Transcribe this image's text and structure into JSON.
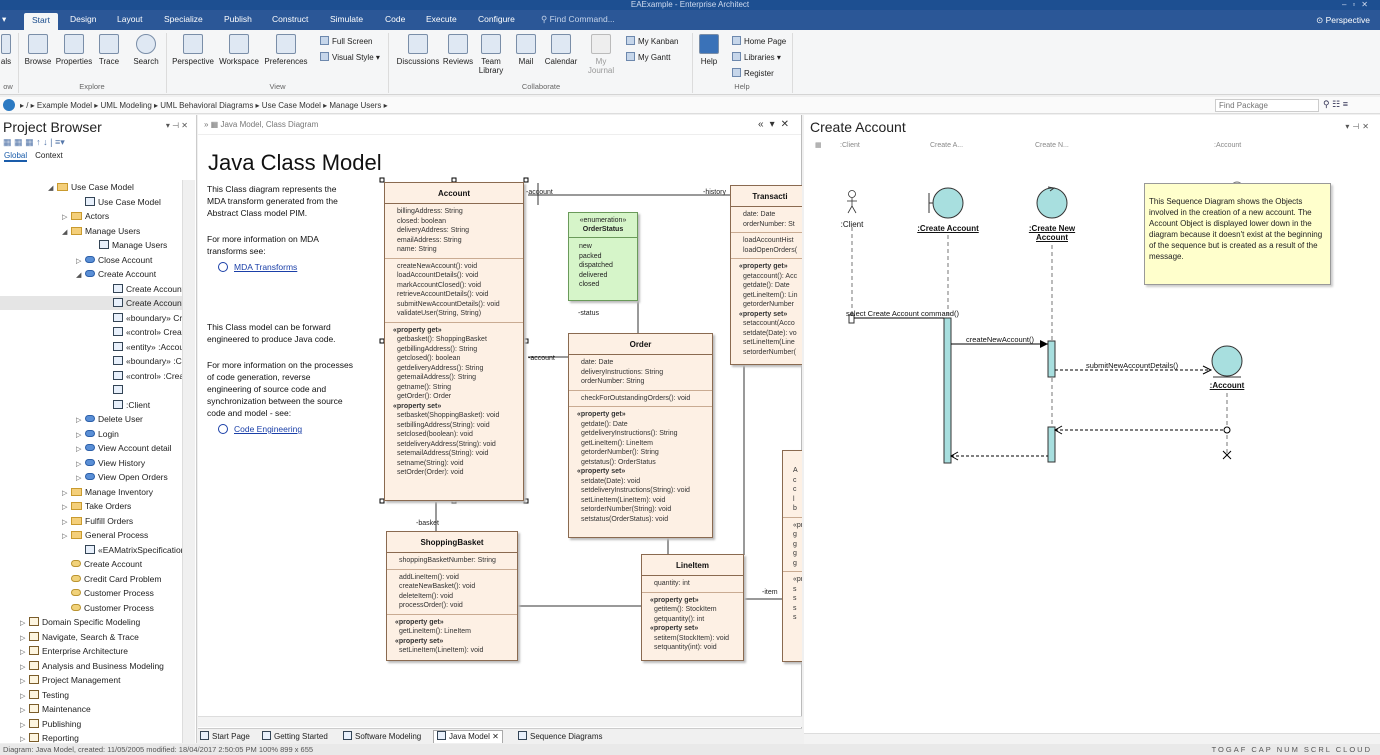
{
  "app_title": "EAExample - Enterprise Architect",
  "menu": {
    "items": [
      "Start",
      "Design",
      "Layout",
      "Specialize",
      "Publish",
      "Construct",
      "Simulate",
      "Code",
      "Execute",
      "Configure"
    ],
    "find": "Find Command...",
    "perspective": "Perspective"
  },
  "ribbon": {
    "left_cut": "als",
    "explore": {
      "browse": "Browse",
      "properties": "Properties",
      "trace": "Trace",
      "search": "Search",
      "label": "Explore"
    },
    "view": {
      "perspective": "Perspective",
      "workspace": "Workspace",
      "preferences": "Preferences",
      "full_screen": "Full Screen",
      "visual_style": "Visual Style",
      "label": "View"
    },
    "collaborate": {
      "discussions": "Discussions",
      "reviews": "Reviews",
      "team_library_1": "Team",
      "team_library_2": "Library",
      "mail": "Mail",
      "calendar": "Calendar",
      "my_journal_1": "My",
      "my_journal_2": "Journal",
      "my_kanban": "My Kanban",
      "my_gantt": "My Gantt",
      "label": "Collaborate"
    },
    "help": {
      "help": "Help",
      "home_page": "Home Page",
      "libraries": "Libraries",
      "register": "Register",
      "label": "Help"
    },
    "left_group_cut": "ow"
  },
  "breadcrumb": "▸ / ▸ Example Model ▸ UML Modeling ▸ UML Behavioral Diagrams ▸ Use Case Model ▸ Manage Users ▸",
  "find_package_placeholder": "Find Package",
  "project_browser": {
    "title": "Project Browser",
    "tabs": [
      "Global",
      "Context"
    ],
    "tree": [
      {
        "label": "Use Case Model",
        "indent": 48,
        "exp": "◢",
        "icon": "fi"
      },
      {
        "label": "Use Case Model",
        "indent": 76,
        "exp": "",
        "icon": "dg"
      },
      {
        "label": "Actors",
        "indent": 62,
        "exp": "▷",
        "icon": "fi"
      },
      {
        "label": "Manage Users",
        "indent": 62,
        "exp": "◢",
        "icon": "fi"
      },
      {
        "label": "Manage Users",
        "indent": 90,
        "exp": "",
        "icon": "dg"
      },
      {
        "label": "Close Account",
        "indent": 76,
        "exp": "▷",
        "icon": "uc"
      },
      {
        "label": "Create Account",
        "indent": 76,
        "exp": "◢",
        "icon": "uc"
      },
      {
        "label": "Create Account",
        "indent": 104,
        "exp": "",
        "icon": "dg"
      },
      {
        "label": "Create Account",
        "indent": 104,
        "exp": "",
        "icon": "dg",
        "sel": true
      },
      {
        "label": "«boundary» Cre",
        "indent": 104,
        "exp": "",
        "icon": "dg"
      },
      {
        "label": "«control» Create",
        "indent": 104,
        "exp": "",
        "icon": "dg"
      },
      {
        "label": "«entity» :Accour",
        "indent": 104,
        "exp": "",
        "icon": "dg"
      },
      {
        "label": "«boundary» :Cre",
        "indent": 104,
        "exp": "",
        "icon": "dg"
      },
      {
        "label": "«control» :Creat",
        "indent": 104,
        "exp": "",
        "icon": "dg"
      },
      {
        "label": "",
        "indent": 104,
        "exp": "",
        "icon": "dg"
      },
      {
        "label": ":Client",
        "indent": 104,
        "exp": "",
        "icon": "dg"
      },
      {
        "label": "Delete User",
        "indent": 76,
        "exp": "▷",
        "icon": "uc"
      },
      {
        "label": "Login",
        "indent": 76,
        "exp": "▷",
        "icon": "uc"
      },
      {
        "label": "View Account detail",
        "indent": 76,
        "exp": "▷",
        "icon": "uc"
      },
      {
        "label": "View History",
        "indent": 76,
        "exp": "▷",
        "icon": "uc"
      },
      {
        "label": "View Open Orders",
        "indent": 76,
        "exp": "▷",
        "icon": "uc"
      },
      {
        "label": "Manage Inventory",
        "indent": 62,
        "exp": "▷",
        "icon": "fi"
      },
      {
        "label": "Take Orders",
        "indent": 62,
        "exp": "▷",
        "icon": "fi"
      },
      {
        "label": "Fulfill Orders",
        "indent": 62,
        "exp": "▷",
        "icon": "fi"
      },
      {
        "label": "General Process",
        "indent": 62,
        "exp": "▷",
        "icon": "fi"
      },
      {
        "label": "«EAMatrixSpecification",
        "indent": 76,
        "exp": "",
        "icon": "dg"
      },
      {
        "label": "Create Account",
        "indent": 62,
        "exp": "",
        "icon": "uo"
      },
      {
        "label": "Credit Card Problem",
        "indent": 62,
        "exp": "",
        "icon": "uo"
      },
      {
        "label": "Customer Process",
        "indent": 62,
        "exp": "",
        "icon": "uo"
      },
      {
        "label": "Customer Process",
        "indent": 62,
        "exp": "",
        "icon": "uo"
      },
      {
        "label": "Domain Specific Modeling",
        "indent": 20,
        "exp": "▷",
        "icon": "pk"
      },
      {
        "label": "Navigate, Search & Trace",
        "indent": 20,
        "exp": "▷",
        "icon": "pk"
      },
      {
        "label": "Enterprise Architecture",
        "indent": 20,
        "exp": "▷",
        "icon": "pk"
      },
      {
        "label": "Analysis and Business Modeling",
        "indent": 20,
        "exp": "▷",
        "icon": "pk"
      },
      {
        "label": "Project Management",
        "indent": 20,
        "exp": "▷",
        "icon": "pk"
      },
      {
        "label": "Testing",
        "indent": 20,
        "exp": "▷",
        "icon": "pk"
      },
      {
        "label": "Maintenance",
        "indent": 20,
        "exp": "▷",
        "icon": "pk"
      },
      {
        "label": "Publishing",
        "indent": 20,
        "exp": "▷",
        "icon": "pk"
      },
      {
        "label": "Reporting",
        "indent": 20,
        "exp": "▷",
        "icon": "pk"
      }
    ]
  },
  "center": {
    "tab_caption": "Java Model",
    "tab_sub": "Class Diagram",
    "title": "Java Class Model",
    "p1": "This Class diagram represents the MDA transform generated from the Abstract Class model PIM.",
    "p2": "For more information on MDA transforms see:",
    "link1": "MDA Transforms",
    "p3": "This Class model can be forward engineered to produce Java code.",
    "p4": "For more information on the processes of code generation, reverse engineering of source code and synchronization between the source code and model - see:",
    "link2": "Code Engineering",
    "account": {
      "name": "Account",
      "attrs": [
        "billingAddress: String",
        "closed: boolean",
        "deliveryAddress: String",
        "emailAddress: String",
        "name: String"
      ],
      "ops": [
        "createNewAccount(): void",
        "loadAccountDetails(): void",
        "markAccountClosed(): void",
        "retrieveAccountDetails(): void",
        "submitNewAccountDetails(): void",
        "validateUser(String, String)"
      ],
      "get_title": "«property get»",
      "gets": [
        "getbasket(): ShoppingBasket",
        "getbillingAddress(): String",
        "getclosed(): boolean",
        "getdeliveryAddress(): String",
        "getemailAddress(): String",
        "getname(): String",
        "getOrder(): Order"
      ],
      "set_title": "«property set»",
      "sets": [
        "setbasket(ShoppingBasket): void",
        "setbillingAddress(String): void",
        "setclosed(boolean): void",
        "setdeliveryAddress(String): void",
        "setemailAddress(String): void",
        "setname(String): void",
        "setOrder(Order): void"
      ]
    },
    "orderstatus": {
      "stereo": "«enumeration»",
      "name": "OrderStatus",
      "vals": [
        "new",
        "packed",
        "dispatched",
        "delivered",
        "closed"
      ]
    },
    "order": {
      "name": "Order",
      "attrs": [
        "date: Date",
        "deliveryInstructions: String",
        "orderNumber: String"
      ],
      "ops": [
        "checkForOutstandingOrders(): void"
      ],
      "get_title": "«property get»",
      "gets": [
        "getdate(): Date",
        "getdeliveryInstructions(): String",
        "getLineItem(): LineItem",
        "getorderNumber(): String",
        "getstatus(): OrderStatus"
      ],
      "set_title": "«property set»",
      "sets": [
        "setdate(Date): void",
        "setdeliveryInstructions(String): void",
        "setLineItem(LineItem): void",
        "setorderNumber(String): void",
        "setstatus(OrderStatus): void"
      ]
    },
    "transaction": {
      "name": "Transacti",
      "attrs": [
        "date: Date",
        "orderNumber: St"
      ],
      "ops": [
        "loadAccountHist",
        "loadOpenOrders("
      ],
      "get_title": "«property get»",
      "gets": [
        "getaccount(): Acc",
        "getdate(): Date",
        "getLineItem(): Lin",
        "getorderNumber"
      ],
      "set_title": "«property set»",
      "sets": [
        "setaccount(Acco",
        "setdate(Date): vo",
        "setLineItem(Line",
        "setorderNumber("
      ]
    },
    "basket": {
      "name": "ShoppingBasket",
      "attrs": [
        "shoppingBasketNumber: String"
      ],
      "ops": [
        "addLineItem(): void",
        "createNewBasket(): void",
        "deleteItem(): void",
        "processOrder(): void"
      ],
      "get_title": "«property get»",
      "gets": [
        "getLineItem(): LineItem"
      ],
      "set_title": "«property set»",
      "sets": [
        "setLineItem(LineItem): void"
      ]
    },
    "lineitem": {
      "name": "LineItem",
      "attrs": [
        "quantity: int"
      ],
      "get_title": "«property get»",
      "gets": [
        "getitem(): StockItem",
        "getquantity(): int"
      ],
      "set_title": "«property set»",
      "sets": [
        "setitem(StockItem): void",
        "setquantity(int): void"
      ]
    },
    "partial_right": {
      "rows1": [
        "A",
        "c",
        "c",
        "l",
        "b"
      ],
      "rows2": [
        "«pr",
        "g",
        "g",
        "g",
        "g"
      ],
      "rows3": [
        "«pr",
        "s",
        "s",
        "s",
        "s"
      ]
    },
    "labels": {
      "account_top": "-account",
      "history": "-history",
      "status": "-status",
      "account_mid": "-account",
      "basket": "-basket",
      "item": "-item"
    }
  },
  "bottom_tabs": [
    "Start Page",
    "Getting Started",
    "Software Modeling",
    "Java Model",
    "Sequence Diagrams"
  ],
  "seq": {
    "title": "Create Account",
    "lanes": [
      ":Client",
      "Create A...",
      "Create N...",
      ":Account"
    ],
    "client": ":Client",
    "boundary": ":Create Account",
    "control_1": ":Create New",
    "control_2": "Account",
    "entity": ":Account",
    "note": "This Sequence Diagram shows the Objects involved in the creation of a new account. The Account Object is displayed lower down in the diagram because it doesn't exist  at the beginning of the sequence but is created as a result of the message.",
    "msg1": "select Create Account command()",
    "msg2": "createNewAccount()",
    "msg3": "submitNewAccountDetails()"
  },
  "status": {
    "left": "Diagram: Java Model,  created: 11/05/2005  modified: 18/04/2017 2:50:05 PM   100%   899 x 655",
    "right": "TOGAF      CAP   NUM   SCRL   CLOUD"
  }
}
